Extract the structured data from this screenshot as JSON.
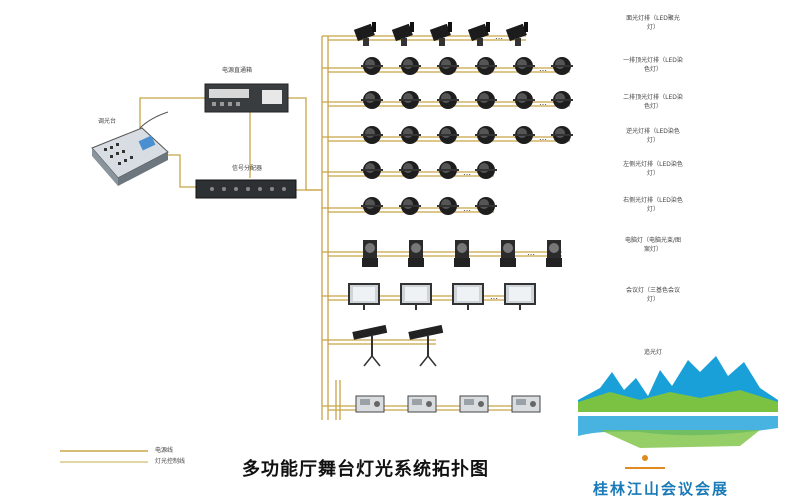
{
  "title": "多功能厅舞台灯光系统拓扑图",
  "devices": {
    "console": "调光台",
    "power_box": "电源直通箱",
    "signal_splitter": "信号分配器"
  },
  "rows": [
    {
      "label": "面光灯排（LED聚光灯）",
      "icon": "spotlight",
      "count": 5
    },
    {
      "label": "一排顶光灯排（LED染色灯）",
      "icon": "par",
      "count": 6
    },
    {
      "label": "二排顶光灯排（LED染色灯）",
      "icon": "par",
      "count": 6
    },
    {
      "label": "逆光灯排（LED染色灯）",
      "icon": "par",
      "count": 6
    },
    {
      "label": "左侧光灯排（LED染色灯）",
      "icon": "par",
      "count": 4
    },
    {
      "label": "右侧光灯排（LED染色灯）",
      "icon": "par",
      "count": 4
    },
    {
      "label": "电脑灯（电脑光束/图案灯）",
      "icon": "moving-head",
      "count": 5
    },
    {
      "label": "会议灯（三基色会议灯）",
      "icon": "flood",
      "count": 4
    },
    {
      "label": "追光灯",
      "icon": "follow-spot",
      "count": 2
    },
    {
      "label": "",
      "icon": "effects",
      "count": 4
    }
  ],
  "ellipsis": "…",
  "legend": {
    "power_line": "电源线",
    "control_line": "灯光控制线"
  },
  "brand": "桂林江山会议会展",
  "colors": {
    "power": "#c8a548",
    "control": "#d9c98a",
    "brand_blue": "#1a7ab8",
    "brand_green": "#6ab04c"
  }
}
